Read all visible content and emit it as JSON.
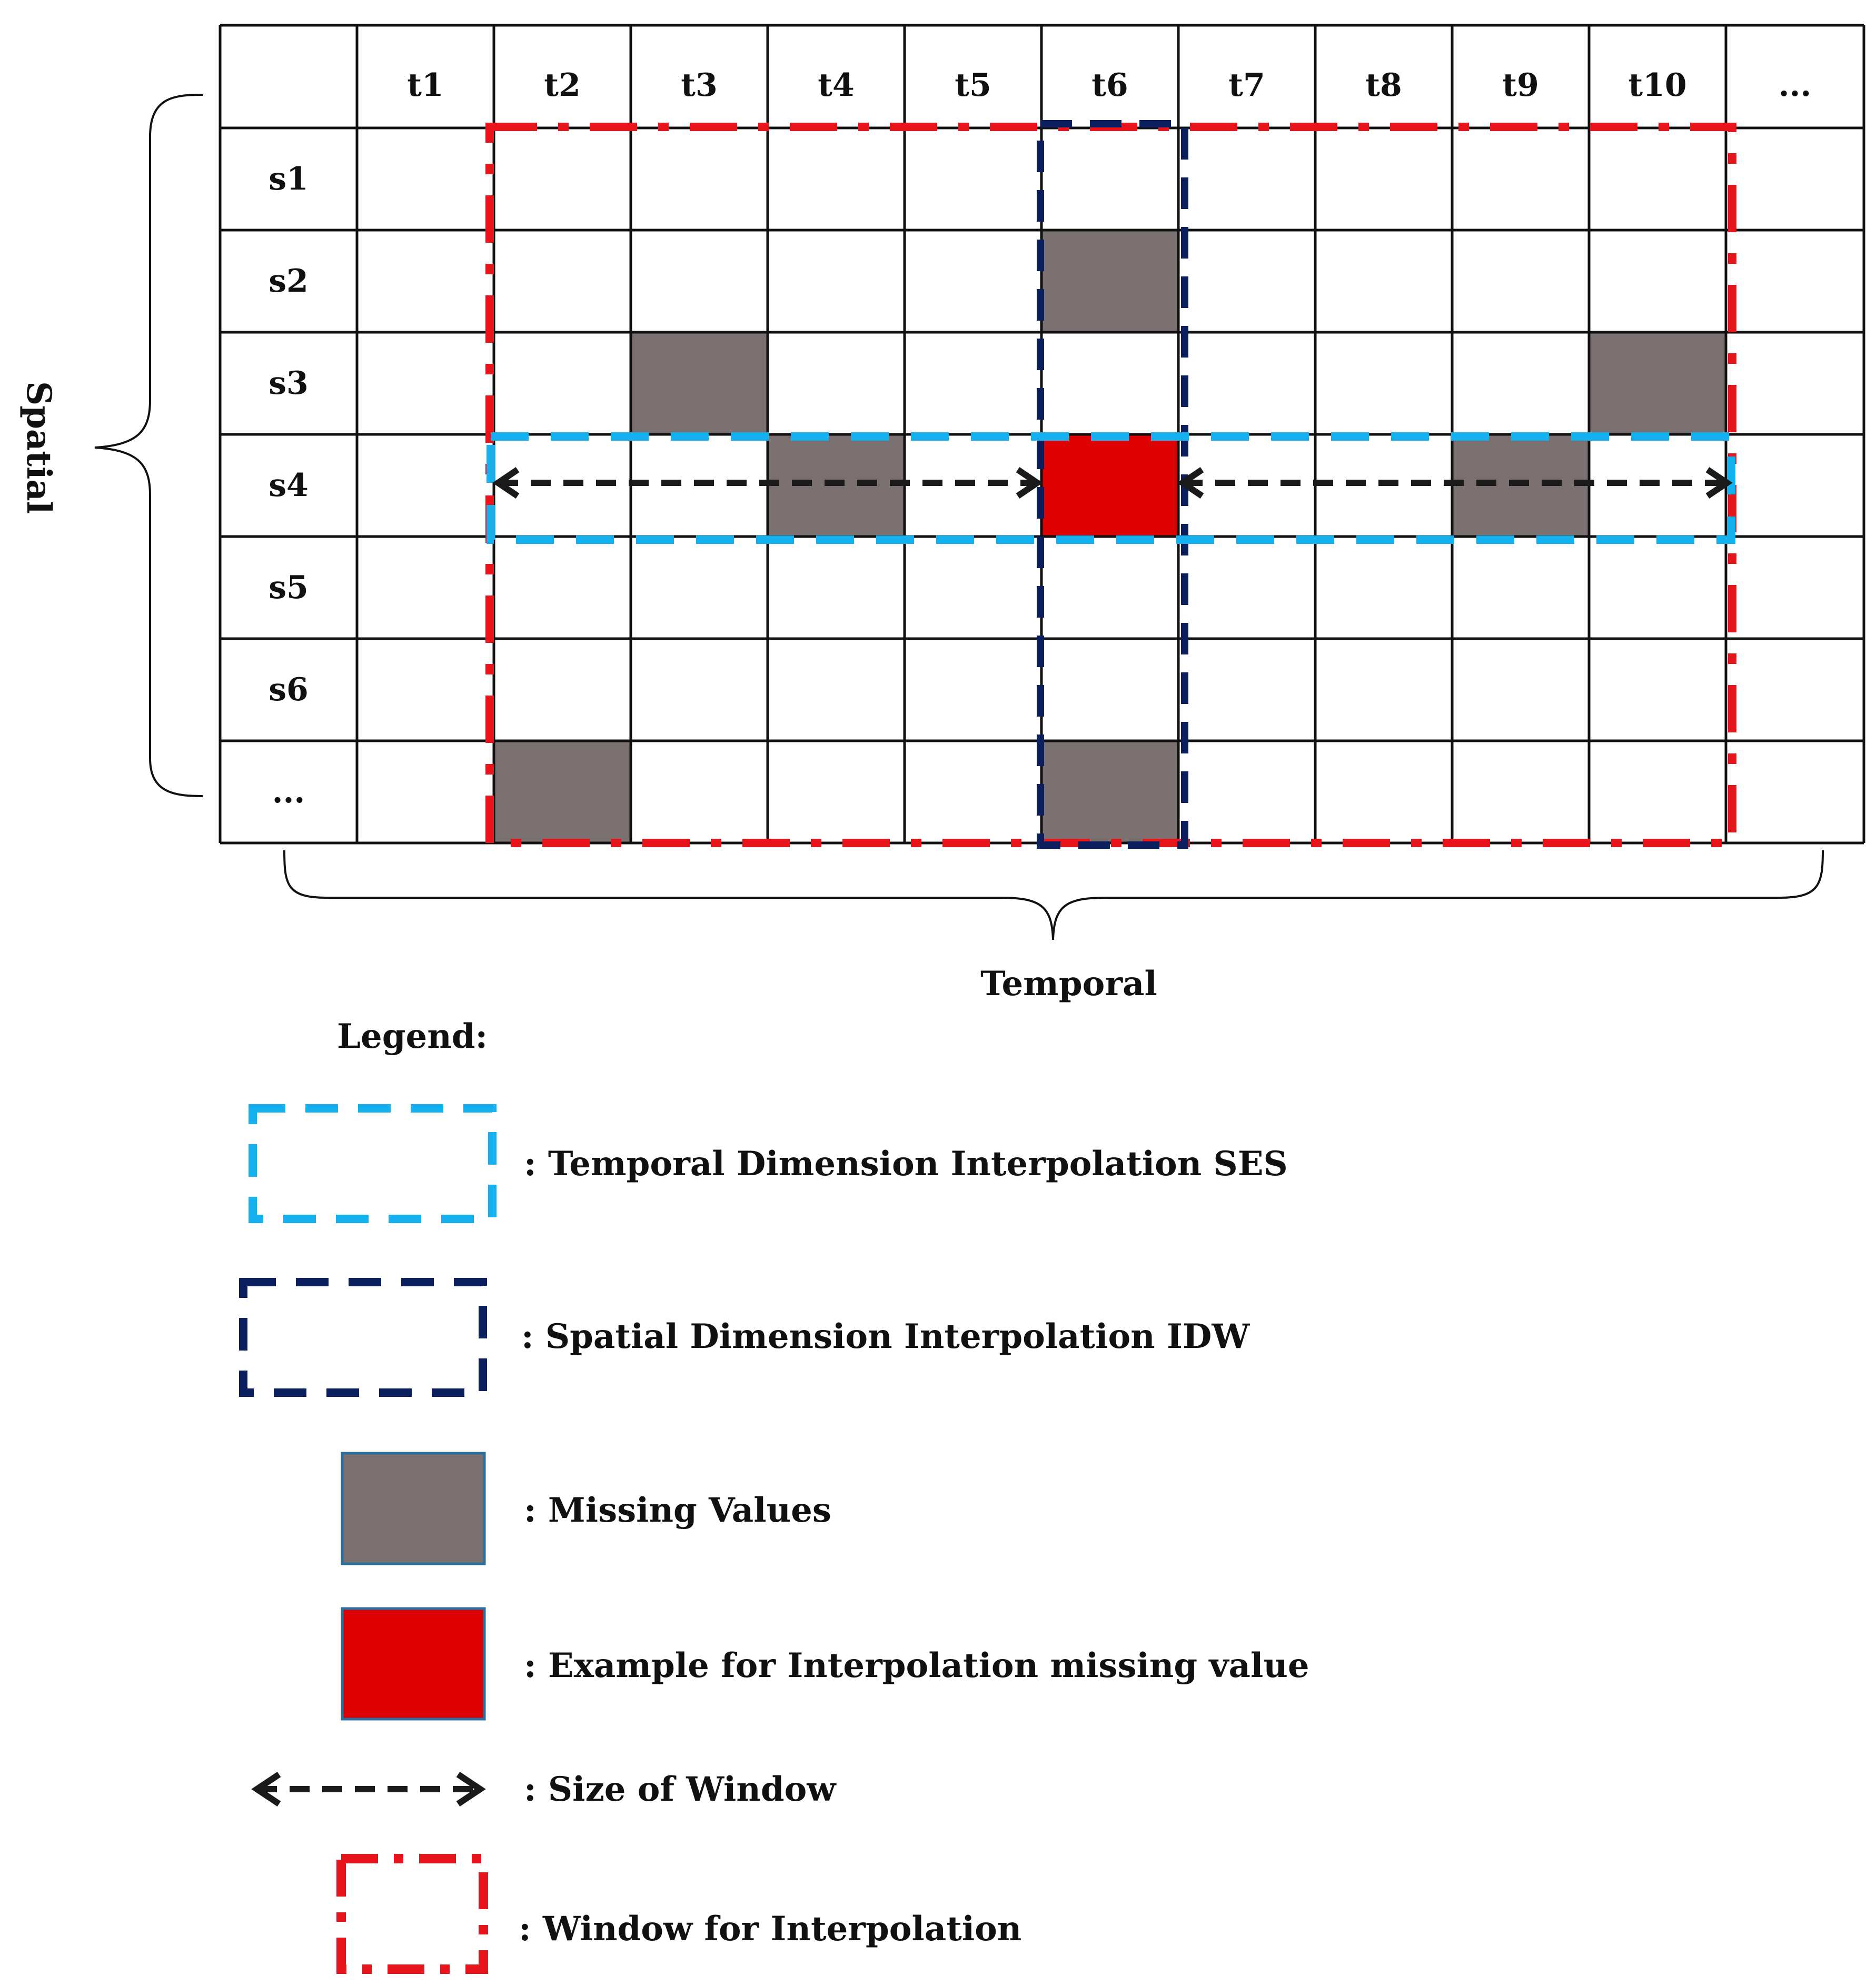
{
  "grid": {
    "columns": [
      "",
      "t1",
      "t2",
      "t3",
      "t4",
      "t5",
      "t6",
      "t7",
      "t8",
      "t9",
      "t10",
      "..."
    ],
    "rows": [
      "s1",
      "s2",
      "s3",
      "s4",
      "s5",
      "s6",
      "..."
    ],
    "missing_cells": [
      {
        "row": "s2",
        "col": "t6"
      },
      {
        "row": "s3",
        "col": "t3"
      },
      {
        "row": "s3",
        "col": "t10"
      },
      {
        "row": "s4",
        "col": "t4"
      },
      {
        "row": "s4",
        "col": "t9"
      },
      {
        "row": "...",
        "col": "t2"
      },
      {
        "row": "...",
        "col": "t6"
      }
    ],
    "example_cell": {
      "row": "s4",
      "col": "t6"
    },
    "window_for_interpolation": {
      "col_from": "t2",
      "col_to": "t10",
      "row_from": "s1",
      "row_to": "..."
    },
    "temporal_window": {
      "row": "s4",
      "col_from": "t2",
      "col_to": "t10"
    },
    "spatial_window": {
      "col": "t6",
      "row_from": "s1",
      "row_to": "..."
    }
  },
  "axis": {
    "spatial_label": "Spatial",
    "temporal_label": "Temporal"
  },
  "legend": {
    "title": "Legend:",
    "items": [
      {
        "key": "temporal",
        "label": ": Temporal Dimension Interpolation  SES"
      },
      {
        "key": "spatial",
        "label": ": Spatial Dimension Interpolation  IDW"
      },
      {
        "key": "missing",
        "label": ": Missing Values"
      },
      {
        "key": "example",
        "label": ": Example for Interpolation missing value"
      },
      {
        "key": "size",
        "label": ": Size of Window"
      },
      {
        "key": "window",
        "label": ": Window for Interpolation"
      }
    ]
  },
  "colors": {
    "grid_line": "#111111",
    "missing": "#7a7070",
    "example": "#dd0000",
    "temporal_window": "#14b1ee",
    "spatial_window": "#0b1f5e",
    "interp_window": "#e8141b",
    "arrow": "#1a1a1a",
    "legend_box_border": "#2a6f9e"
  }
}
